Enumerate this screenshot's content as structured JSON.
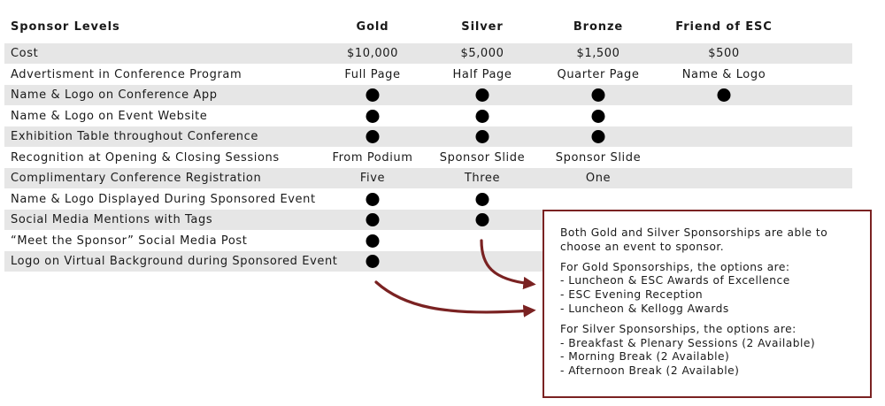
{
  "columns": {
    "label": "Sponsor Levels",
    "gold": "Gold",
    "silver": "Silver",
    "bronze": "Bronze",
    "friend": "Friend of ESC"
  },
  "rows": [
    {
      "label": "Cost",
      "gold": "$10,000",
      "silver": "$5,000",
      "bronze": "$1,500",
      "friend": "$500",
      "shaded": true
    },
    {
      "label": "Advertisment in Conference Program",
      "gold": "Full Page",
      "silver": "Half Page",
      "bronze": "Quarter Page",
      "friend": "Name & Logo",
      "shaded": false
    },
    {
      "label": "Name & Logo on Conference App",
      "gold": "dot",
      "silver": "dot",
      "bronze": "dot",
      "friend": "dot",
      "shaded": true
    },
    {
      "label": "Name & Logo on Event Website",
      "gold": "dot",
      "silver": "dot",
      "bronze": "dot",
      "friend": "",
      "shaded": false
    },
    {
      "label": "Exhibition Table throughout Conference",
      "gold": "dot",
      "silver": "dot",
      "bronze": "dot",
      "friend": "",
      "shaded": true
    },
    {
      "label": "Recognition at Opening & Closing Sessions",
      "gold": "From Podium",
      "silver": "Sponsor Slide",
      "bronze": "Sponsor Slide",
      "friend": "",
      "shaded": false
    },
    {
      "label": "Complimentary Conference Registration",
      "gold": "Five",
      "silver": "Three",
      "bronze": "One",
      "friend": "",
      "shaded": true
    },
    {
      "label": "Name & Logo Displayed During Sponsored Event",
      "gold": "dot",
      "silver": "dot",
      "bronze": "",
      "friend": "",
      "shaded": false
    },
    {
      "label": "Social Media Mentions with Tags",
      "gold": "dot",
      "silver": "dot",
      "bronze": "",
      "friend": "",
      "shaded": true
    },
    {
      "label": "“Meet the Sponsor” Social Media Post",
      "gold": "dot",
      "silver": "",
      "bronze": "",
      "friend": "",
      "shaded": false
    },
    {
      "label": "Logo on Virtual Background during Sponsored Event",
      "gold": "dot",
      "silver": "",
      "bronze": "",
      "friend": "",
      "shaded": true
    }
  ],
  "callout": {
    "intro": [
      "Both Gold and Silver Sponsorships are able to",
      "choose an event to sponsor."
    ],
    "gold_heading": "For Gold Sponsorships, the options are:",
    "gold_options": [
      "- Luncheon & ESC Awards of Excellence",
      "- ESC Evening Reception",
      "- Luncheon & Kellogg Awards"
    ],
    "silver_heading": "For Silver Sponsorships, the options are:",
    "silver_options": [
      "- Breakfast & Plenary Sessions (2 Available)",
      "- Morning Break (2 Available)",
      "- Afternoon Break (2 Available)"
    ]
  },
  "colors": {
    "accent": "#7a2222",
    "shade": "#e6e6e6",
    "dot": "#000000"
  },
  "icons": {
    "included": "filled-circle-icon",
    "arrow": "curved-arrow-icon"
  }
}
